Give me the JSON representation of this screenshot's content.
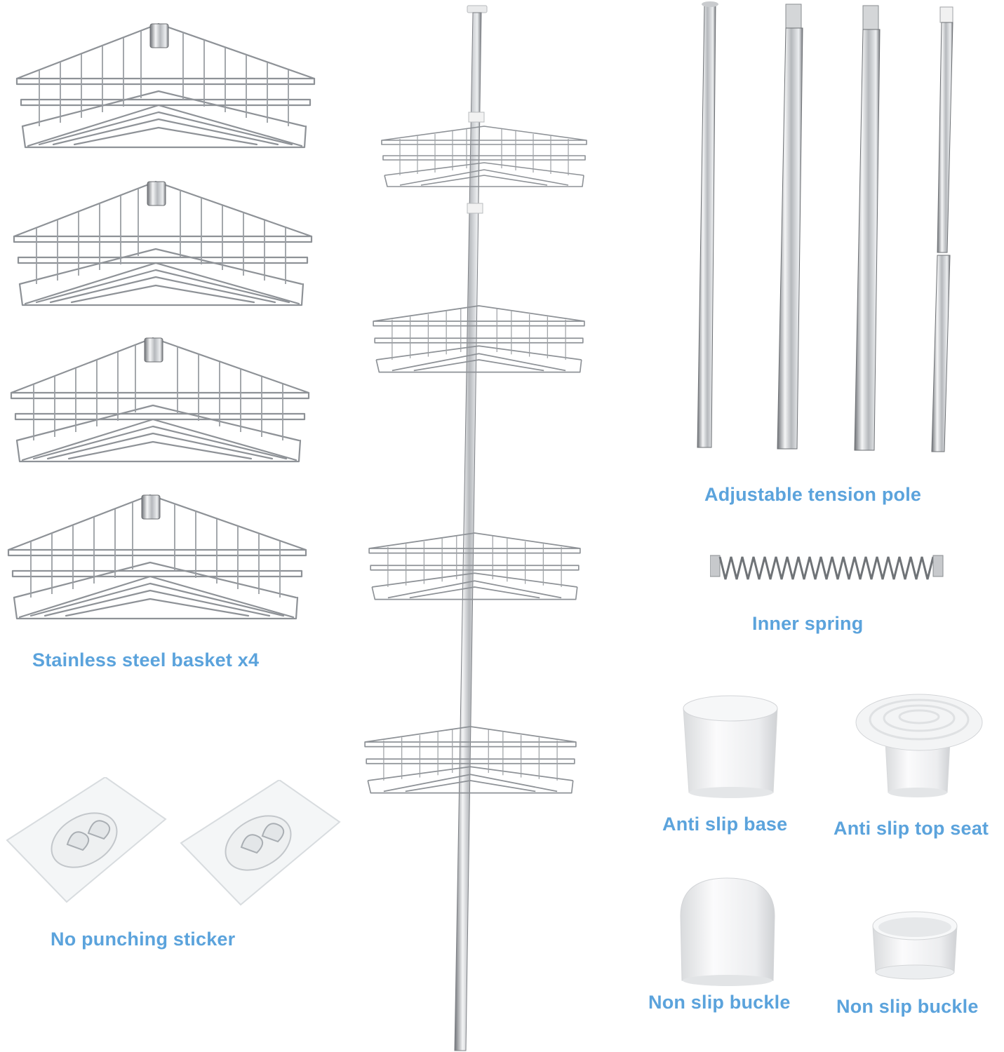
{
  "labels": {
    "basket": "Stainless steel basket x4",
    "sticker": "No punching sticker",
    "pole": "Adjustable tension pole",
    "spring": "Inner spring",
    "base": "Anti slip base",
    "top_seat": "Anti slip top seat",
    "buckle_1": "Non slip buckle",
    "buckle_2": "Non slip buckle"
  },
  "colors": {
    "label": "#5ba3dc",
    "steel": "#a9acb0",
    "plastic": "#f1f2f3"
  },
  "icons": {
    "basket": "corner-basket-icon",
    "sticker": "adhesive-hook-icon",
    "pole": "tension-pole-icon",
    "spring": "coil-spring-icon",
    "base": "pole-foot-icon",
    "top_seat": "pole-cap-icon",
    "buckle": "buckle-ring-icon"
  }
}
